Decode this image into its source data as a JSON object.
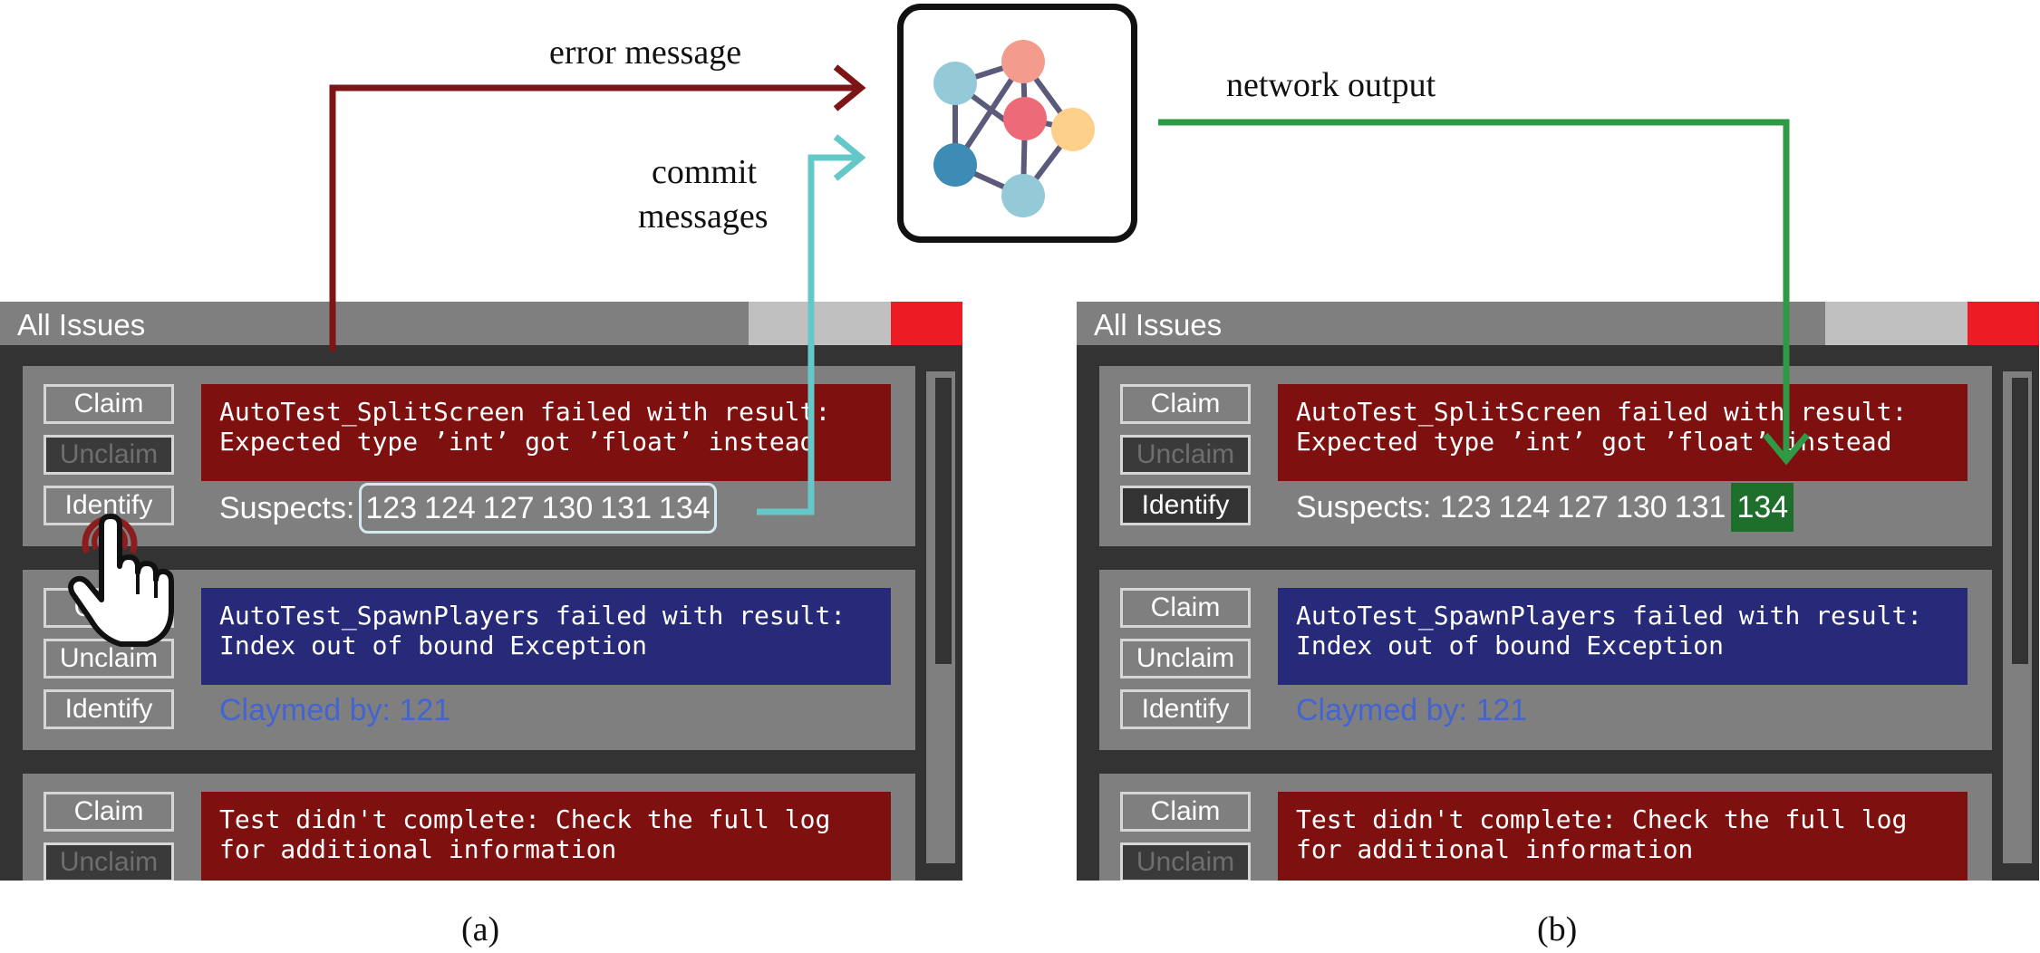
{
  "labels": {
    "error_message": "error message",
    "commit_messages_line1": "commit",
    "commit_messages_line2": "messages",
    "network_output": "network output",
    "caption_a": "(a)",
    "caption_b": "(b)"
  },
  "colors": {
    "error_arrow": "#7d1416",
    "commit_arrow": "#64c8c8",
    "output_arrow": "#2f9a46",
    "error_box": "#7f1010",
    "info_box": "#262a78",
    "highlight": "#1f6f2c"
  },
  "network": {
    "icon": "neural-network-icon",
    "node_colors": [
      "#94cad8",
      "#f39b8c",
      "#ed6a78",
      "#fcd08a",
      "#3d8cb5",
      "#94cad8"
    ]
  },
  "panel_a": {
    "title": "All Issues",
    "issues": [
      {
        "buttons": [
          "Claim",
          "Unclaim",
          "Identify"
        ],
        "message_line1": "AutoTest_SplitScreen failed with result:",
        "message_line2": "Expected type ’int’ got ’float’ instead",
        "suspects_label": "Suspects:",
        "suspects": [
          "123",
          "124",
          "127",
          "130",
          "131",
          "134"
        ]
      },
      {
        "buttons": [
          "Claim",
          "Unclaim",
          "Identify"
        ],
        "message_line1": "AutoTest_SpawnPlayers failed with result:",
        "message_line2": "Index out of bound Exception",
        "claimed_text": "Claymed by: 121"
      },
      {
        "buttons": [
          "Claim",
          "Unclaim"
        ],
        "message_line1": "Test didn't complete: Check the full log",
        "message_line2": "for additional information"
      }
    ]
  },
  "panel_b": {
    "title": "All Issues",
    "issues": [
      {
        "buttons": [
          "Claim",
          "Unclaim",
          "Identify"
        ],
        "message_line1": "AutoTest_SplitScreen failed with result:",
        "message_line2": "Expected type ’int’ got ’float’ instead",
        "suspects_label": "Suspects:",
        "suspects": [
          "123",
          "124",
          "127",
          "130",
          "131",
          "134"
        ],
        "highlighted_suspect": "134"
      },
      {
        "buttons": [
          "Claim",
          "Unclaim",
          "Identify"
        ],
        "message_line1": "AutoTest_SpawnPlayers failed with result:",
        "message_line2": "Index out of bound Exception",
        "claimed_text": "Claymed by: 121"
      },
      {
        "buttons": [
          "Claim",
          "Unclaim"
        ],
        "message_line1": "Test didn't complete: Check the full log",
        "message_line2": "for additional information"
      }
    ]
  }
}
